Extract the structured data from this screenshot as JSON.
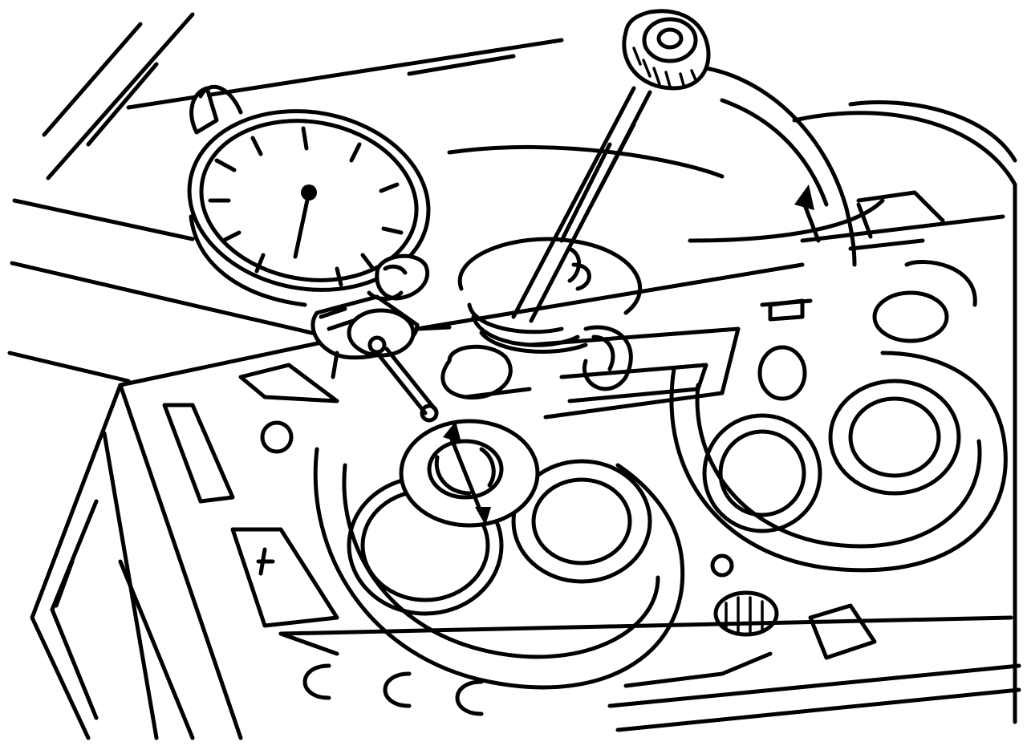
{
  "illustration": {
    "subject_parts": [
      "dial-indicator",
      "indicator-extension-rod",
      "cylinder-head",
      "combustion-chamber",
      "valve-seat",
      "valve-spring",
      "rotation-arrow",
      "measurement-direction-arrow"
    ],
    "line_color": "#000000",
    "background_color": "#ffffff"
  }
}
